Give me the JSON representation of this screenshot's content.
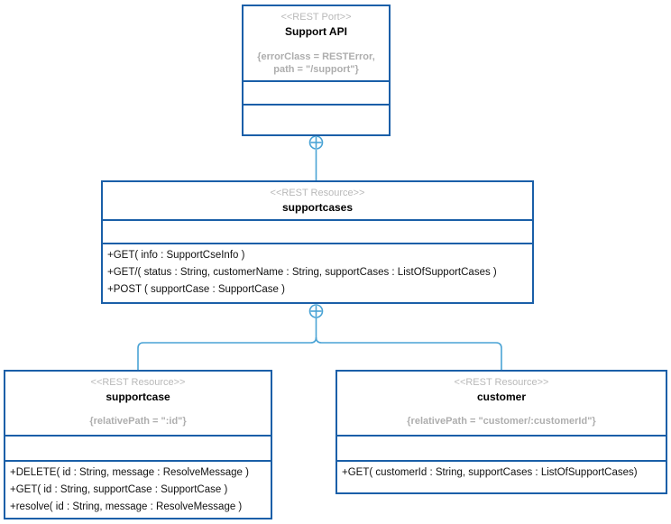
{
  "port": {
    "stereotype": "<<REST Port>>",
    "name": "Support API",
    "constraint_line1": "{errorClass = RESTError,",
    "constraint_line2": "path = \"/support\"}"
  },
  "supportcases": {
    "stereotype": "<<REST Resource>>",
    "name": "supportcases",
    "methods": [
      "+GET( info : SupportCseInfo )",
      "+GET/( status : String, customerName : String, supportCases : ListOfSupportCases )",
      "+POST ( supportCase : SupportCase )"
    ]
  },
  "supportcase": {
    "stereotype": "<<REST Resource>>",
    "name": "supportcase",
    "constraint": "{relativePath = \":id\"}",
    "methods": [
      "+DELETE( id : String, message : ResolveMessage )",
      "+GET( id : String, supportCase : SupportCase )",
      "+resolve( id : String, message : ResolveMessage )"
    ]
  },
  "customer": {
    "stereotype": "<<REST Resource>>",
    "name": "customer",
    "constraint": "{relativePath = \"customer/:customerId\"}",
    "methods": [
      "+GET( customerId : String, supportCases : ListOfSupportCases)"
    ]
  },
  "colors": {
    "box_border": "#1a5fa8",
    "connector": "#4aa3d5",
    "muted_text": "#b3b3b3"
  }
}
